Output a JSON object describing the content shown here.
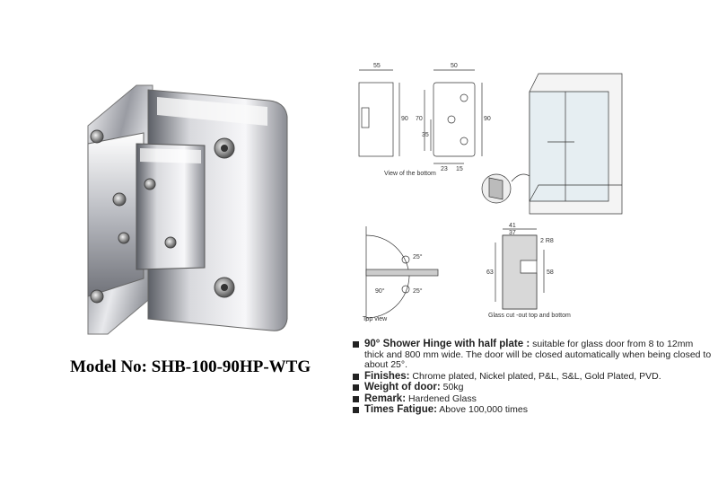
{
  "model": "Model No: SHB-100-90HP-WTG",
  "diagram": {
    "bottom_view_caption": "View of the bottom",
    "top_view_caption": "Top view",
    "cutout_caption": "Glass cut -out top and bottom",
    "dims": {
      "d55": "55",
      "d50": "50",
      "d90a": "90",
      "d90b": "90",
      "d70": "70",
      "d35": "35",
      "d23": "23",
      "d15": "15",
      "d41": "41",
      "d37": "37",
      "r8": "2 R8",
      "d63": "63",
      "d58": "58",
      "a25a": "25°",
      "a25b": "25°",
      "a90": "90°"
    }
  },
  "specs": [
    {
      "label": "90° Shower Hinge with half plate :",
      "text": " suitable for glass door from 8 to 12mm thick and  800 mm wide. The door will be closed automatically when being closed to about 25°."
    },
    {
      "label": "Finishes:",
      "text": " Chrome plated, Nickel plated, P&L, S&L, Gold Plated, PVD."
    },
    {
      "label": "Weight of door:",
      "text": " 50kg"
    },
    {
      "label": "Remark:",
      "text": " Hardened Glass"
    },
    {
      "label": "Times Fatigue:",
      "text": " Above 100,000 times"
    }
  ]
}
